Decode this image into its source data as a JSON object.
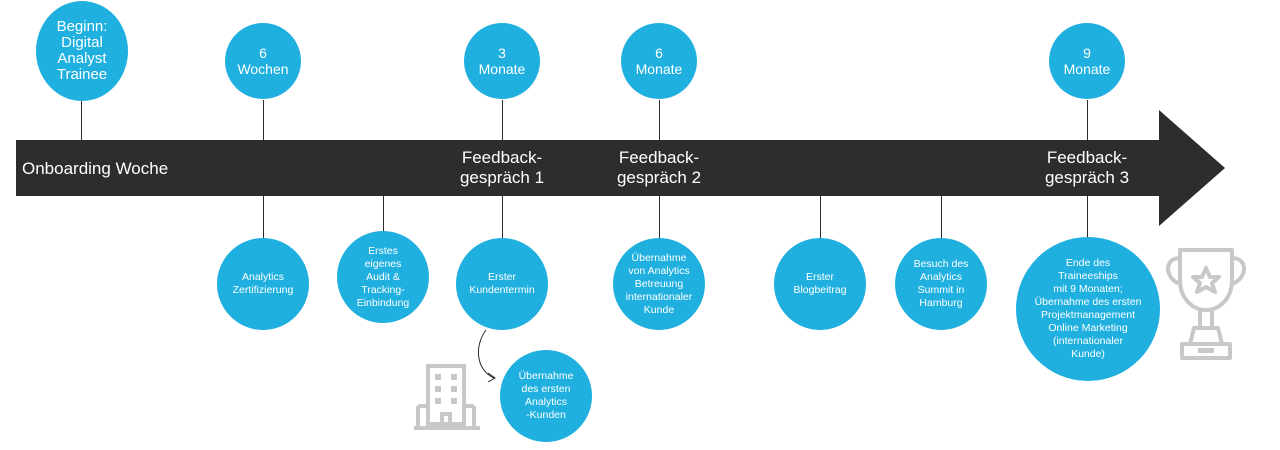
{
  "timeline": {
    "milestones": [
      {
        "text": "Beginn:\nDigital\nAnalyst\nTrainee"
      },
      {
        "text": "6\nWochen"
      },
      {
        "text": "3\nMonate"
      },
      {
        "text": "6\nMonate"
      },
      {
        "text": "9\nMonate"
      }
    ],
    "bar_labels": [
      {
        "text": "Onboarding Woche"
      },
      {
        "text": "Feedback-\ngespräch 1"
      },
      {
        "text": "Feedback-\ngespräch 2"
      },
      {
        "text": "Feedback-\ngespräch 3"
      }
    ],
    "activities": [
      {
        "text": "Analytics\nZertifizierung"
      },
      {
        "text": "Erstes\neigenes\nAudit &\nTracking-\nEinbindung"
      },
      {
        "text": "Erster\nKundentermin"
      },
      {
        "text": "Übernahme\nvon Analytics\nBetreuung\ninternationaler\nKunde"
      },
      {
        "text": "Erster\nBlogbeitrag"
      },
      {
        "text": "Besuch des\nAnalytics\nSummit in\nHamburg"
      },
      {
        "text": "Ende des\nTraineeships\nmit 9 Monaten;\nÜbernahme des ersten\nProjektmanagement\nOnline Marketing\n(internationaler\nKunde)"
      },
      {
        "text": "Übernahme\ndes ersten\nAnalytics\n-Kunden"
      }
    ],
    "icons": [
      "building-icon",
      "trophy-icon"
    ],
    "colors": {
      "circle": "#1fb0e0",
      "arrow": "#2d2d2d",
      "icon": "#c8c8c8"
    }
  }
}
